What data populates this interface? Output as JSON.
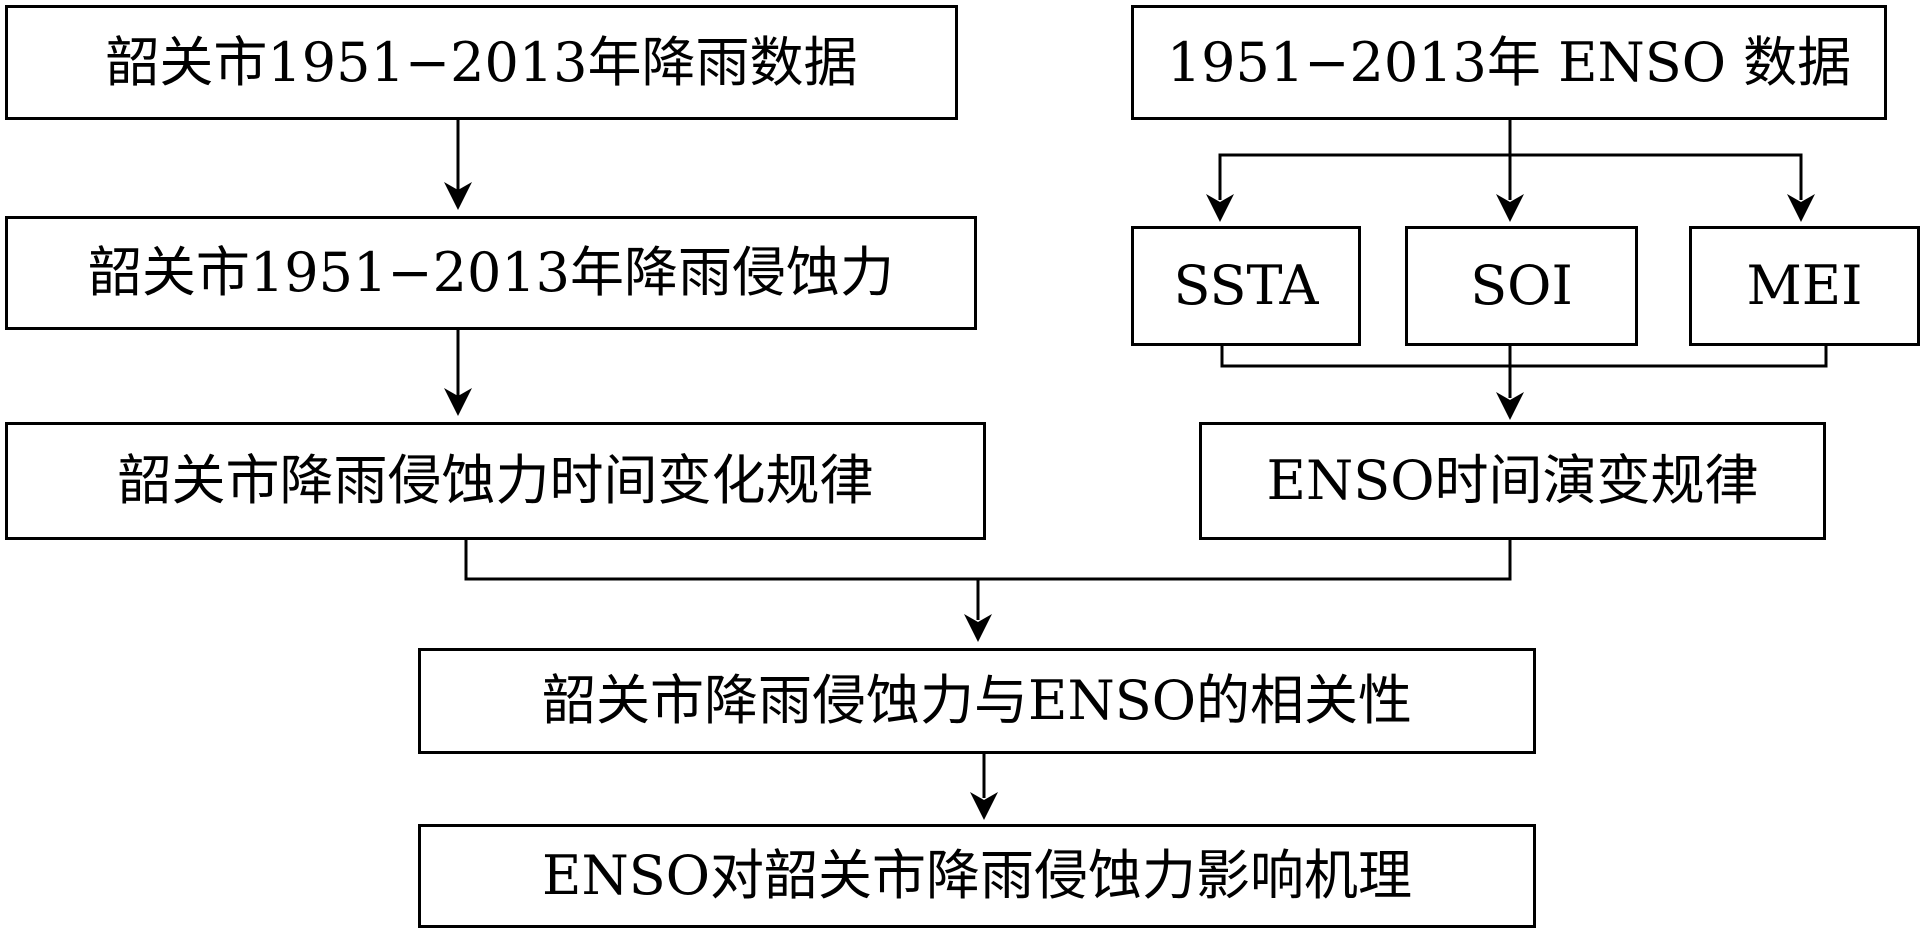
{
  "diagram": {
    "nodes": {
      "rain_data": "韶关市1951−2013年降雨数据",
      "enso_data": "1951−2013年 ENSO 数据",
      "erosivity": "韶关市1951−2013年降雨侵蚀力",
      "ssta": "SSTA",
      "soi": "SOI",
      "mei": "MEI",
      "erosivity_trend": "韶关市降雨侵蚀力时间变化规律",
      "enso_trend": "ENSO时间演变规律",
      "correlation": "韶关市降雨侵蚀力与ENSO的相关性",
      "mechanism": "ENSO对韶关市降雨侵蚀力影响机理"
    },
    "edges": [
      [
        "rain_data",
        "erosivity"
      ],
      [
        "erosivity",
        "erosivity_trend"
      ],
      [
        "enso_data",
        "ssta"
      ],
      [
        "enso_data",
        "soi"
      ],
      [
        "enso_data",
        "mei"
      ],
      [
        "ssta",
        "enso_trend"
      ],
      [
        "soi",
        "enso_trend"
      ],
      [
        "mei",
        "enso_trend"
      ],
      [
        "erosivity_trend",
        "correlation"
      ],
      [
        "enso_trend",
        "correlation"
      ],
      [
        "correlation",
        "mechanism"
      ]
    ],
    "colors": {
      "line": "#000000",
      "box_fill": "#ffffff",
      "text": "#000000"
    }
  }
}
